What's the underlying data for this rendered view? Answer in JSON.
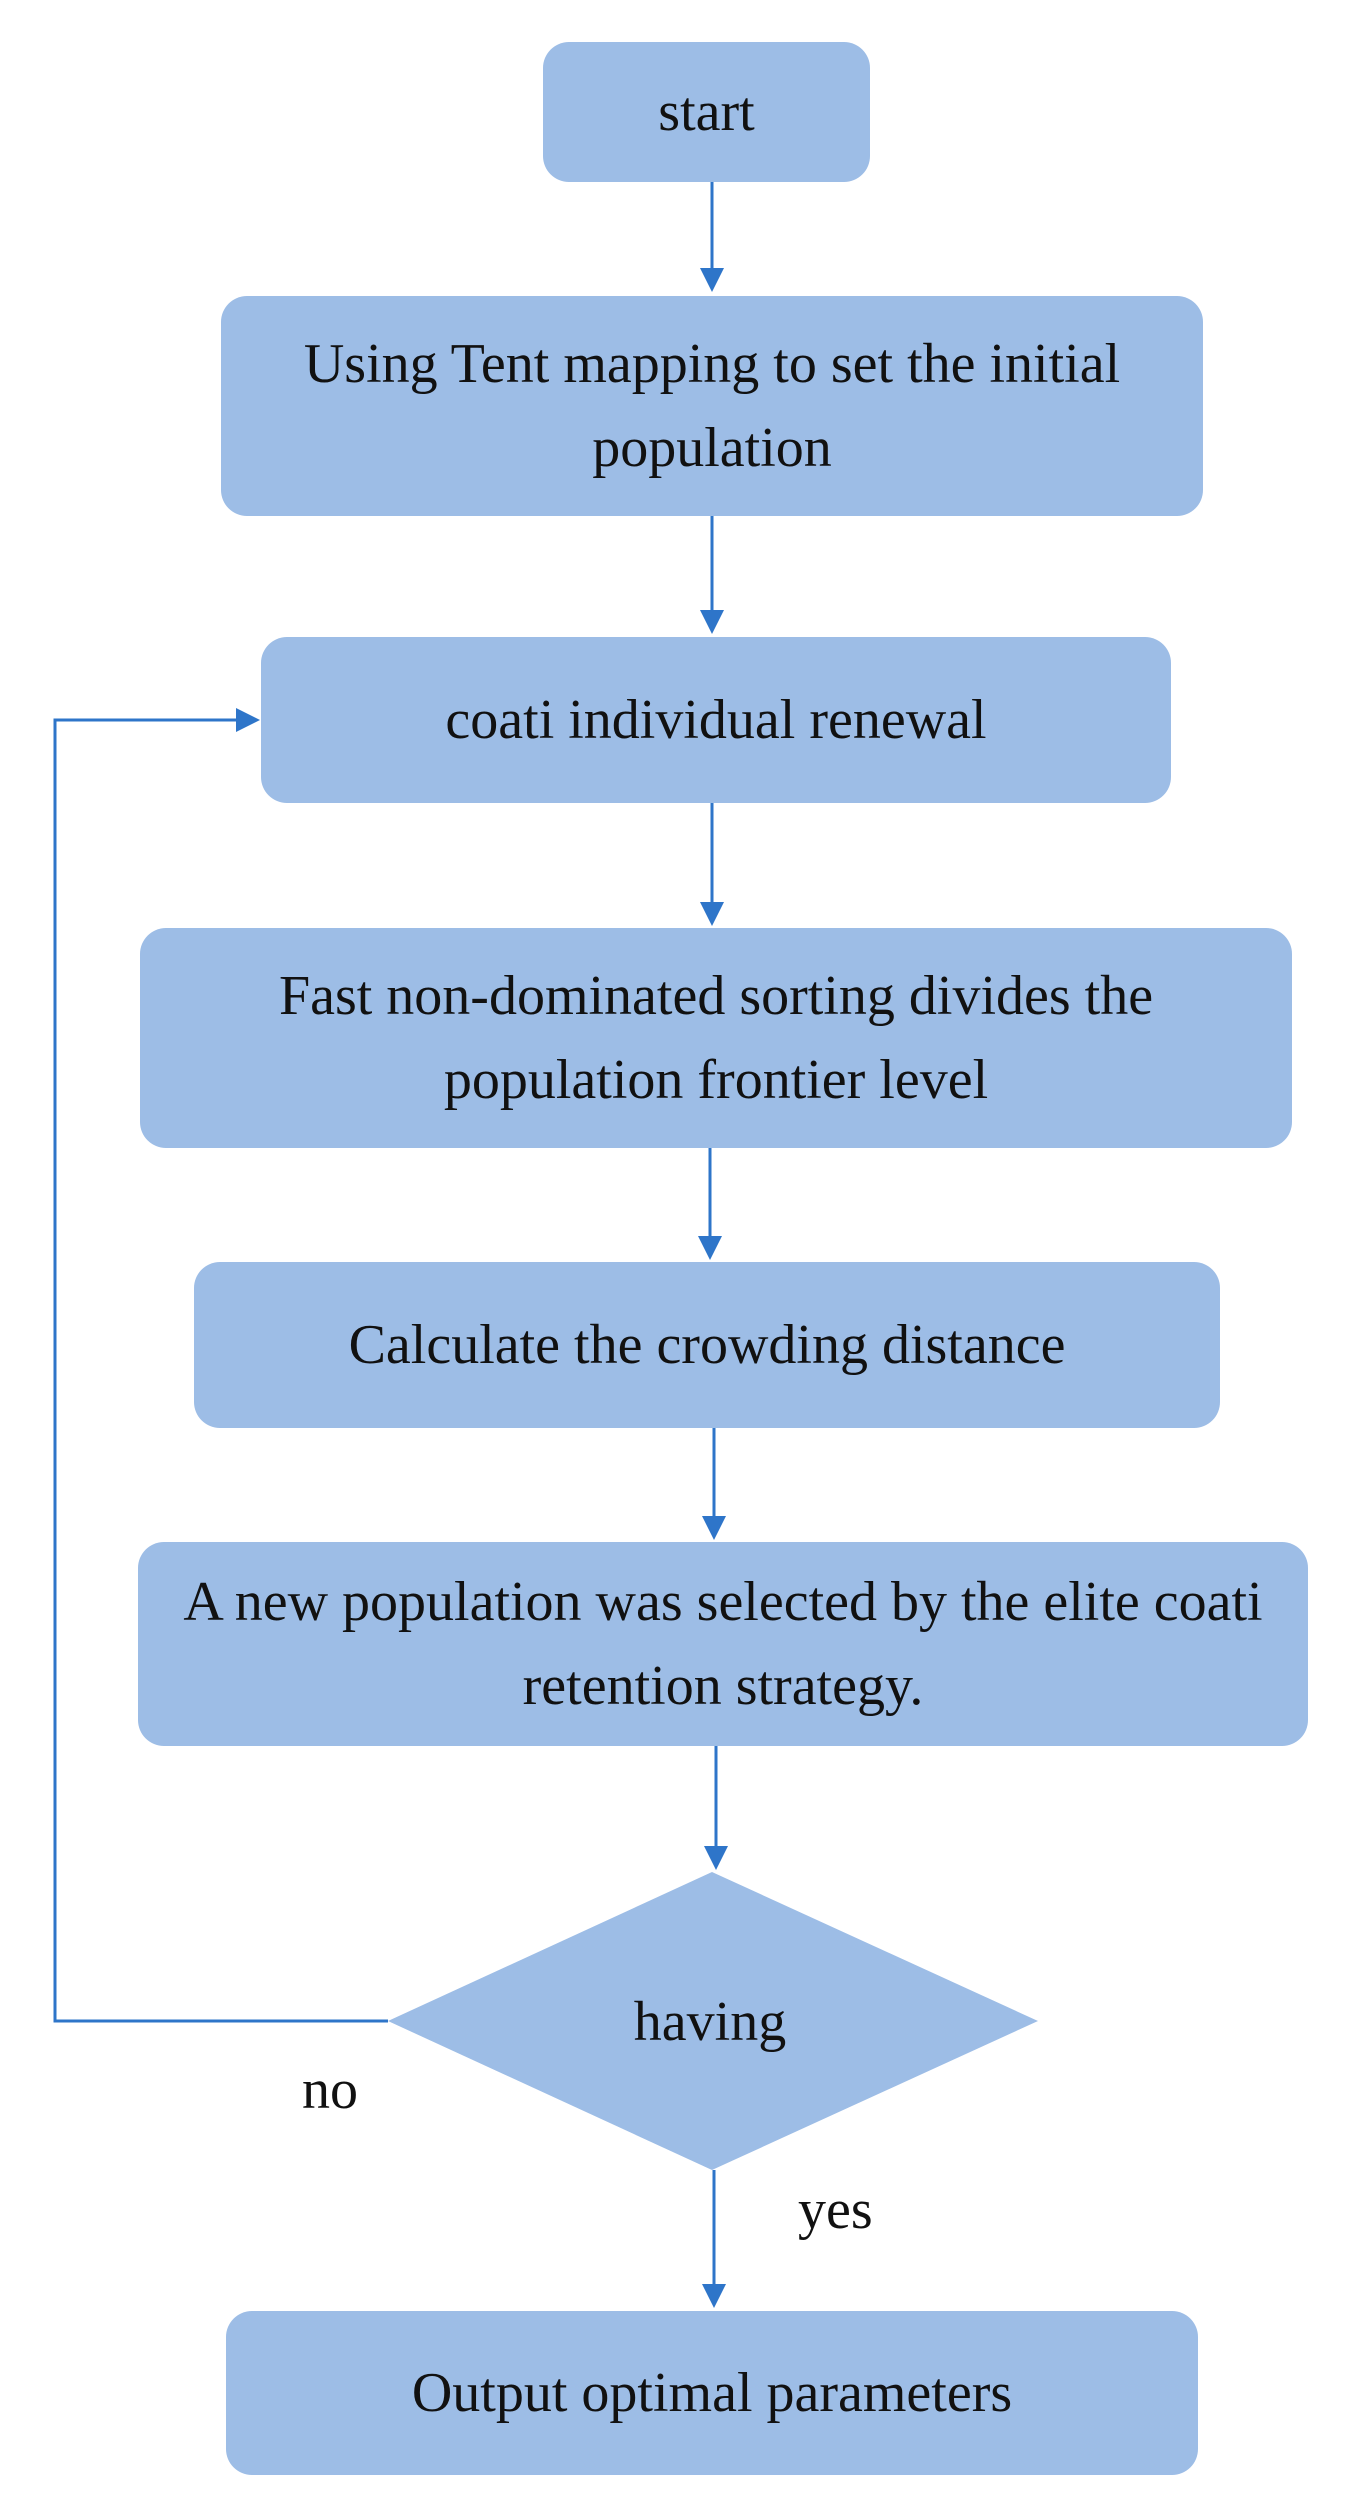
{
  "nodes": {
    "start": "start",
    "init": "Using Tent mapping to set the initial population",
    "renew": "coati individual renewal",
    "sort": "Fast non-dominated sorting divides the population frontier level",
    "crowd": "Calculate the crowding distance",
    "elite": "A new population was selected by the elite coati retention strategy.",
    "decision": "having",
    "output": "Output optimal parameters"
  },
  "labels": {
    "no": "no",
    "yes": "yes"
  },
  "colors": {
    "node_fill": "#9dbde6",
    "arrow": "#2e75c9"
  }
}
